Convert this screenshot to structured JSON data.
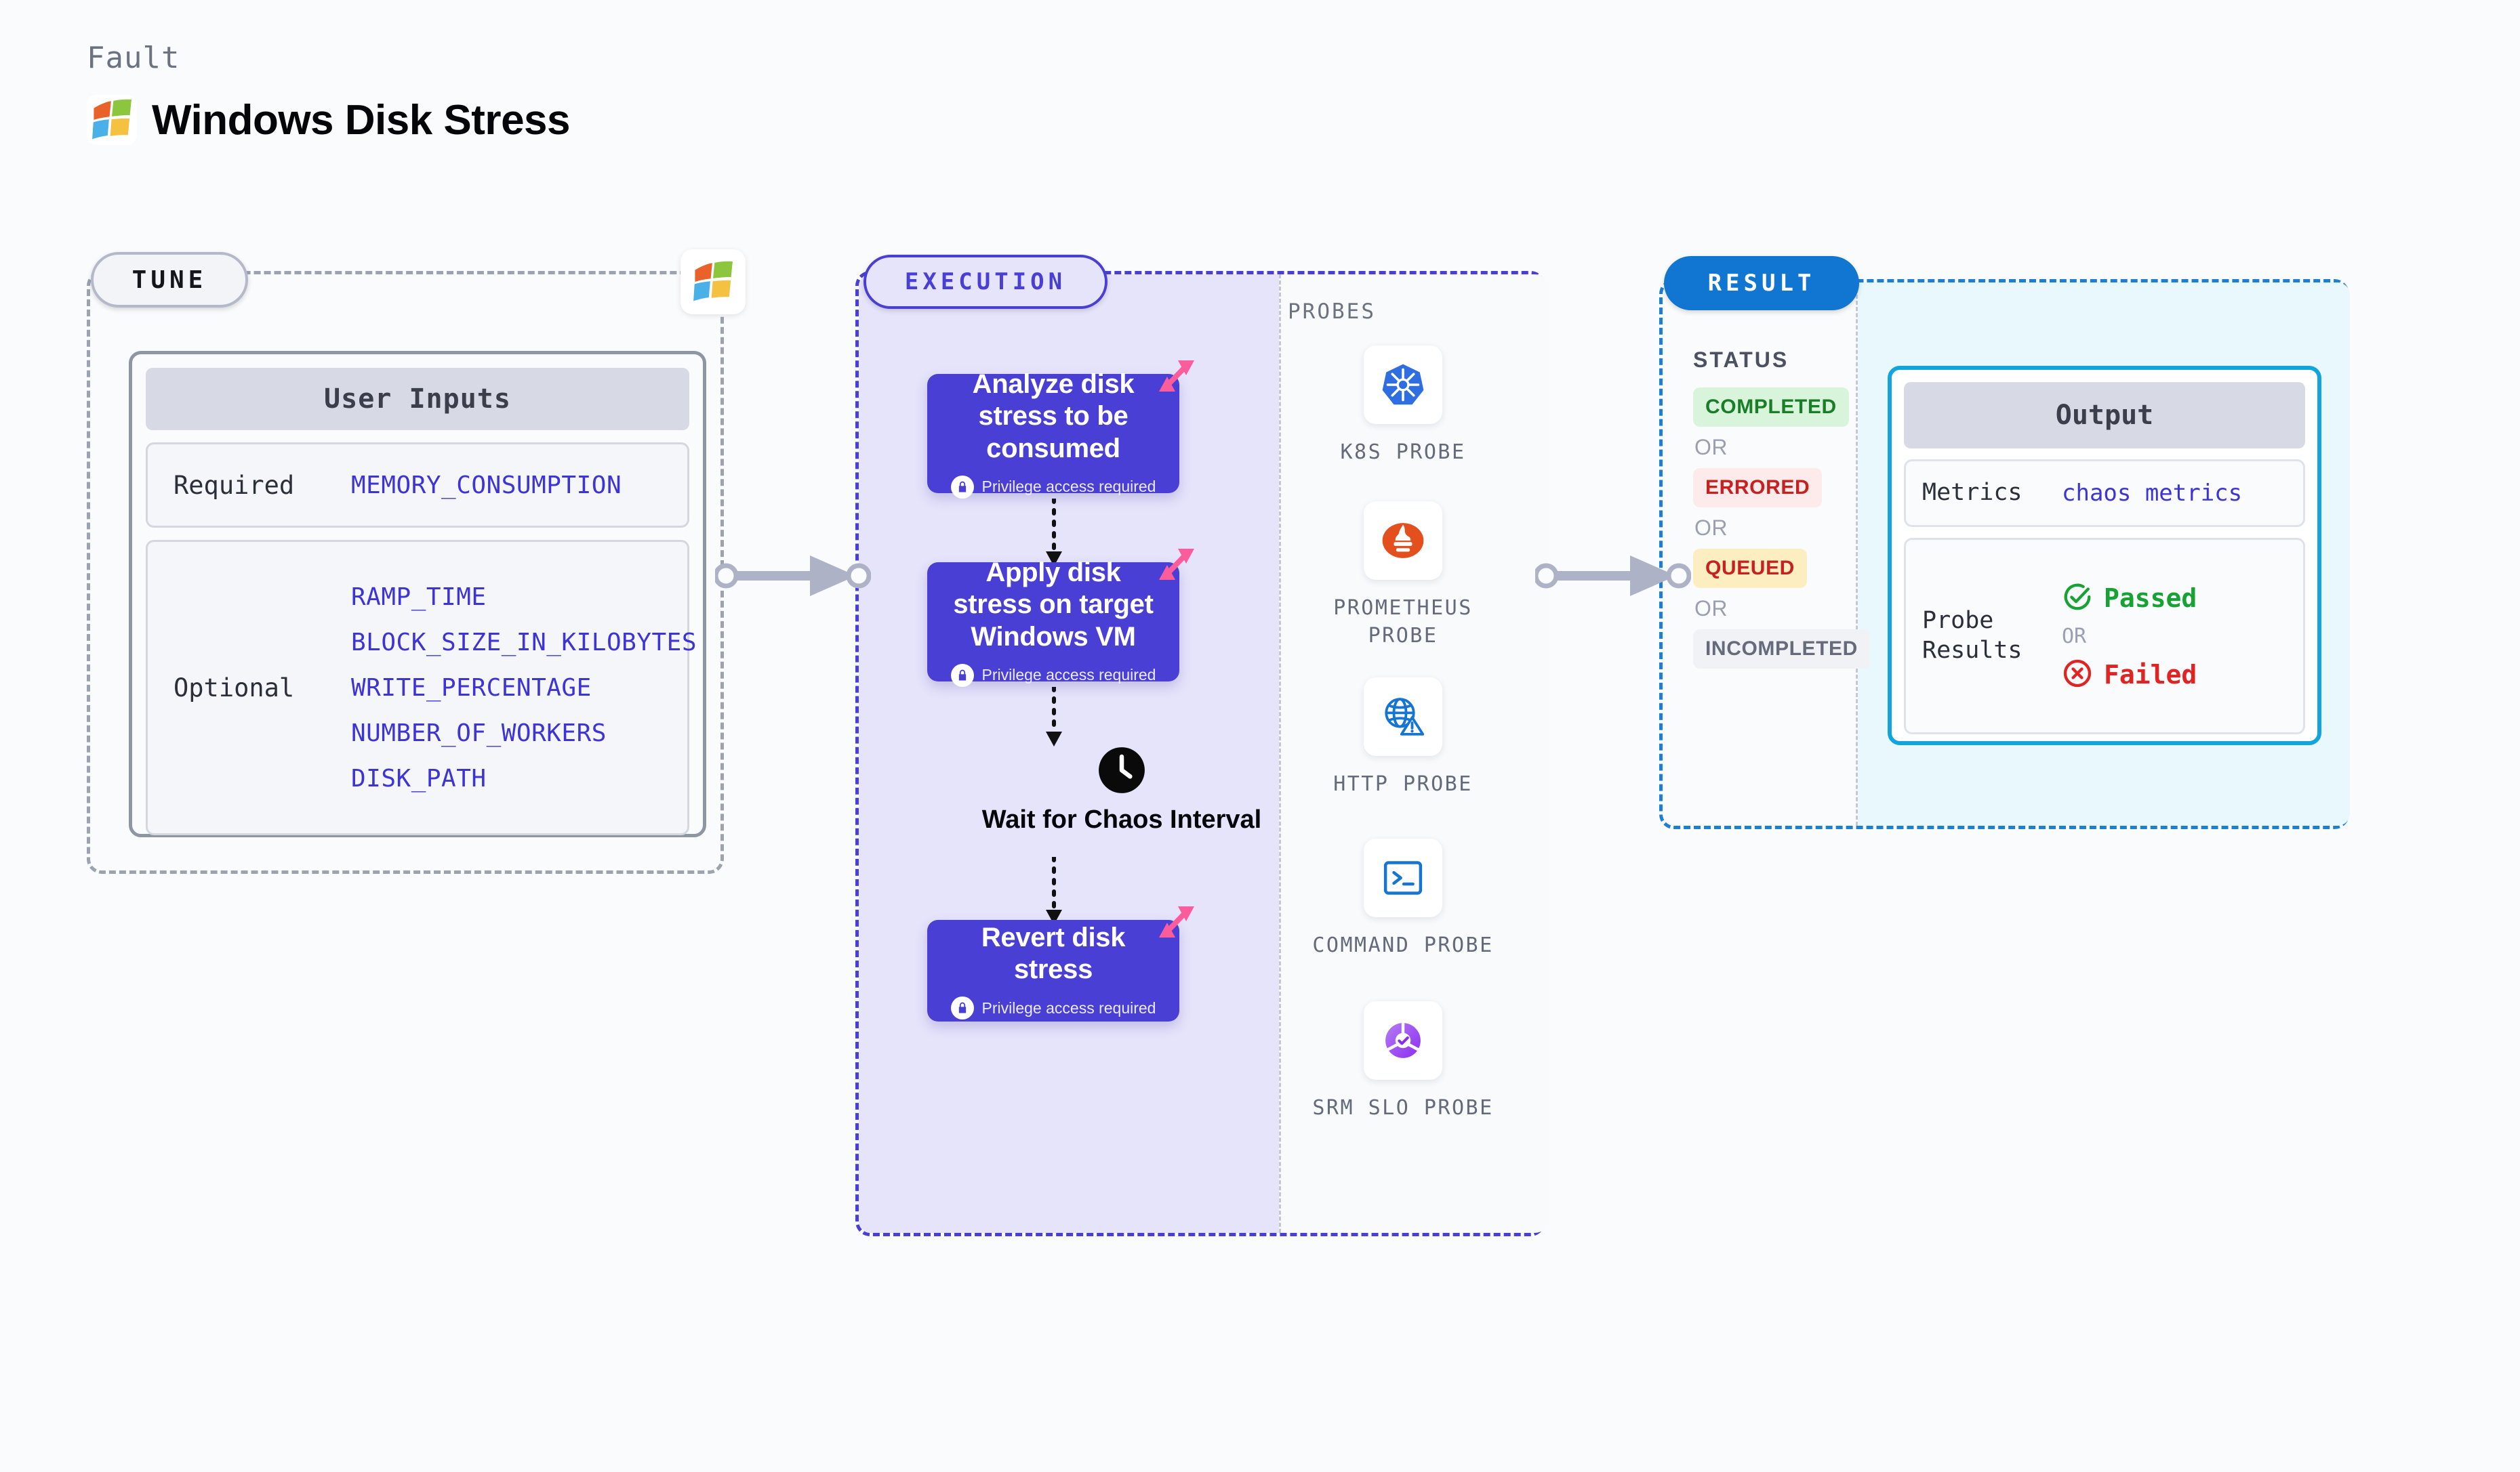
{
  "header": {
    "eyebrow": "Fault",
    "title": "Windows Disk Stress",
    "logo_icon": "windows-logo-icon"
  },
  "colors": {
    "page_bg": "#fafbfc",
    "tune_border": "#9ca3af",
    "exec_accent": "#4a3fd4",
    "exec_panel_bg": "#e6e4fb",
    "result_accent": "#1176d1",
    "result_panel_bg": "#e9f8fc",
    "output_border": "#12a5dd",
    "input_value": "#3d34d6",
    "litmus_pink": "#fb5c9b",
    "passed_green": "#17a333",
    "failed_red": "#e02424"
  },
  "tune": {
    "pill_label": "TUNE",
    "badge_icon": "windows-logo-icon",
    "user_inputs": {
      "title": "User Inputs",
      "rows": [
        {
          "label": "Required",
          "values": [
            "MEMORY_CONSUMPTION"
          ]
        },
        {
          "label": "Optional",
          "values": [
            "RAMP_TIME",
            "BLOCK_SIZE_IN_KILOBYTES",
            "WRITE_PERCENTAGE",
            "NUMBER_OF_WORKERS",
            "DISK_PATH"
          ]
        }
      ]
    }
  },
  "execution": {
    "pill_label": "EXECUTION",
    "steps": [
      {
        "title": "Analyze disk stress to be consumed",
        "privilege": "Privilege access required",
        "badge_icon": "litmus-logo-icon",
        "lock_icon": "lock-icon"
      },
      {
        "title": "Apply disk stress on target Windows VM",
        "privilege": "Privilege access required",
        "badge_icon": "litmus-logo-icon",
        "lock_icon": "lock-icon"
      },
      {
        "title": "Revert disk stress",
        "privilege": "Privilege access required",
        "badge_icon": "litmus-logo-icon",
        "lock_icon": "lock-icon"
      }
    ],
    "wait_node": {
      "label": "Wait for Chaos Interval",
      "icon": "clock-icon"
    },
    "probes": {
      "title": "PROBES",
      "items": [
        {
          "label": "K8S PROBE",
          "icon": "kubernetes-icon"
        },
        {
          "label": "PROMETHEUS PROBE",
          "icon": "prometheus-icon"
        },
        {
          "label": "HTTP PROBE",
          "icon": "http-globe-warning-icon"
        },
        {
          "label": "COMMAND PROBE",
          "icon": "terminal-icon"
        },
        {
          "label": "SRM SLO PROBE",
          "icon": "srm-slo-icon"
        }
      ]
    }
  },
  "result": {
    "pill_label": "RESULT",
    "status_title": "STATUS",
    "or_label": "OR",
    "statuses": [
      {
        "label": "COMPLETED",
        "bg": "#d8f5dc",
        "fg": "#1a7d27"
      },
      {
        "label": "ERRORED",
        "bg": "#fdeaea",
        "fg": "#c72020"
      },
      {
        "label": "QUEUED",
        "bg": "#fdeec2",
        "fg": "#c72020"
      },
      {
        "label": "INCOMPLETED",
        "bg": "#f1f2f6",
        "fg": "#656b7b"
      }
    ],
    "output": {
      "title": "Output",
      "metrics_label": "Metrics",
      "metrics_value": "chaos metrics",
      "probe_results_label": "Probe Results",
      "passed_label": "Passed",
      "failed_label": "Failed",
      "or_label": "OR",
      "passed_icon": "check-circle-icon",
      "failed_icon": "x-circle-icon"
    }
  }
}
